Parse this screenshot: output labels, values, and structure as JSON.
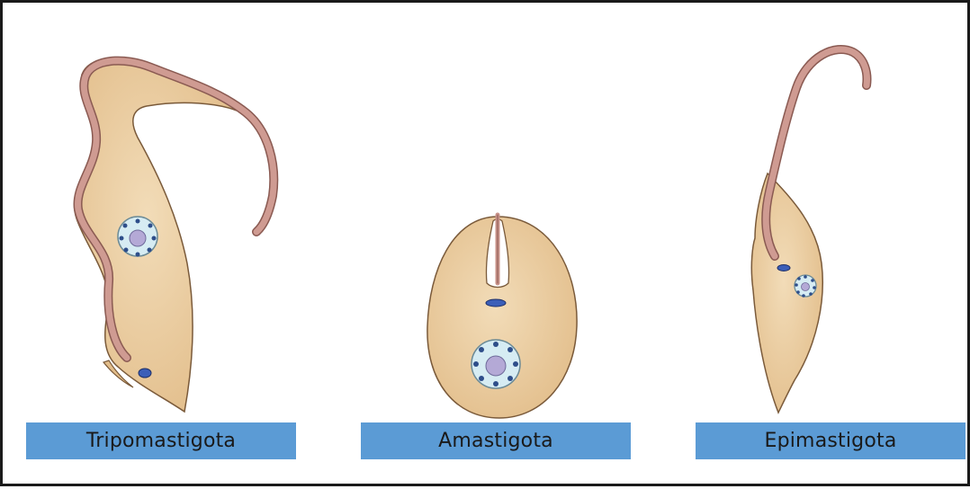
{
  "colors": {
    "cell_body": "#e9c99a",
    "cell_outline": "#7a5a3a",
    "flagellum": "#c9938a",
    "flagellum_edge": "#8a5a52",
    "nucleus_outer": "#d6ecf3",
    "nucleus_inner": "#b4a9d6",
    "kinetoplast": "#3b5eb8",
    "label_band": "#5b9bd5"
  },
  "stages": [
    {
      "id": "tripomastigota",
      "label": "Tripomastigota"
    },
    {
      "id": "amastigota",
      "label": "Amastigota"
    },
    {
      "id": "epimastigota",
      "label": "Epimastigota"
    }
  ]
}
